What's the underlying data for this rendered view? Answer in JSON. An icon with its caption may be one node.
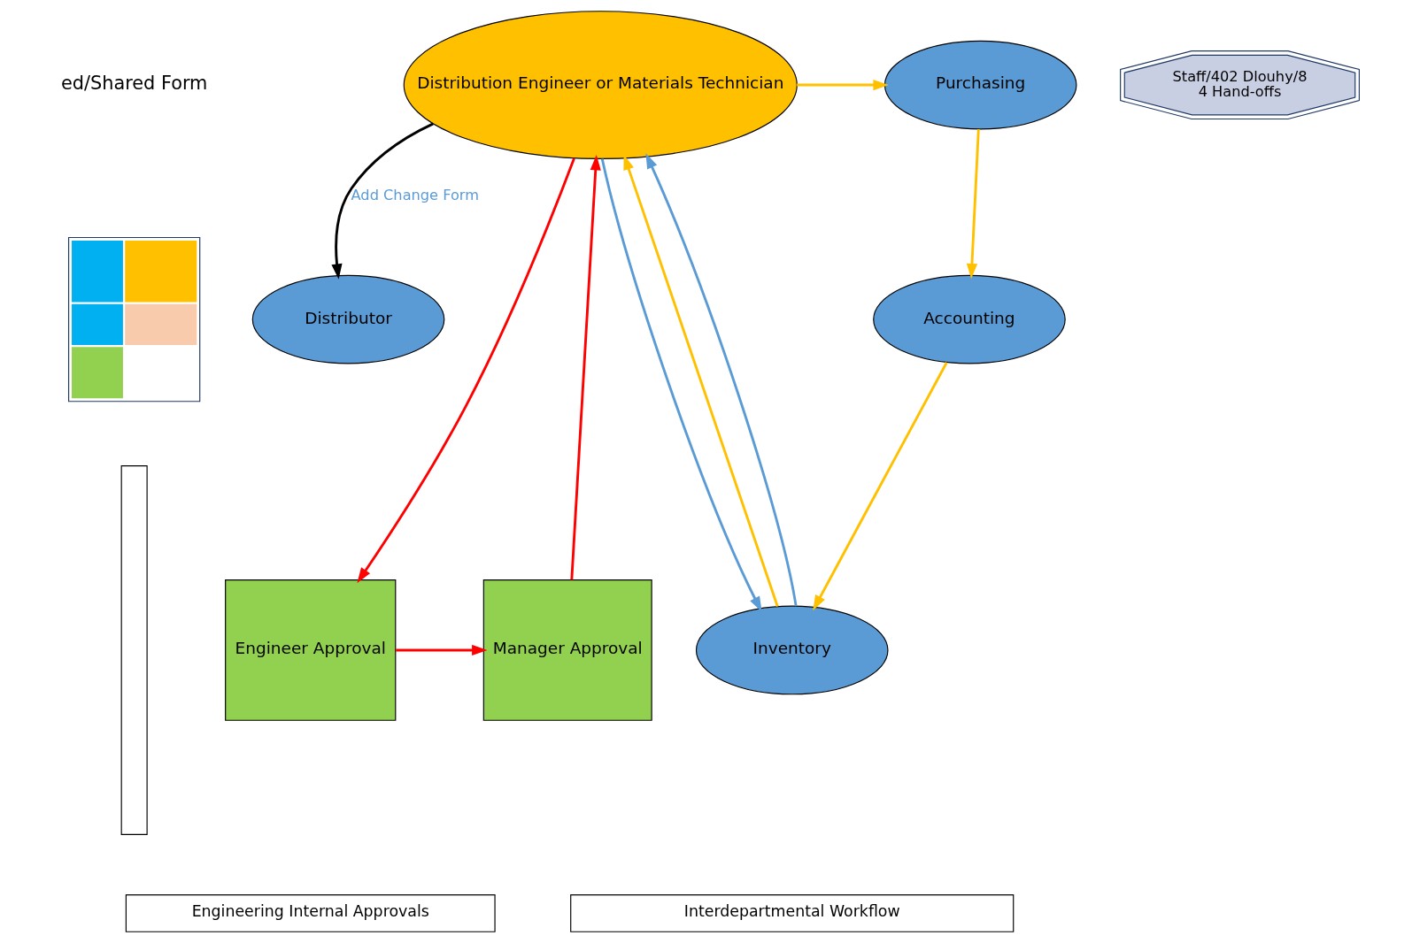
{
  "diagram": {
    "nodes": [
      {
        "text": [],
        "shape": "bar"
      },
      {
        "text": [],
        "shape": "picture"
      },
      {
        "text": [
          "Distributor"
        ]
      },
      {
        "text": [
          "Distribution Engineer or Materials Technician"
        ]
      },
      {
        "text": [
          "Purchasing"
        ]
      },
      {
        "text": [
          "Accounting"
        ]
      },
      {
        "text": [
          "Engineer Approval"
        ]
      },
      {
        "text": [
          "Manager Approval"
        ]
      },
      {
        "text": [
          "Inventory"
        ]
      },
      {
        "text": [
          "Staff/402 Dlouhy/8",
          "4 Hand-offs"
        ]
      },
      {
        "text": [
          "Engineering Internal Approvals"
        ]
      },
      {
        "text": [
          "Interdepartmental Workflow"
        ]
      }
    ],
    "edges": [
      {
        "from": 3,
        "to": 2,
        "arrow": "to",
        "label": "Add Change Form",
        "color": "#000000"
      },
      {
        "from": 3,
        "to": 4,
        "arrow": "to",
        "color": "#ffc000"
      },
      {
        "from": 4,
        "to": 5,
        "arrow": "to",
        "color": "#ffc000"
      },
      {
        "from": 5,
        "to": 8,
        "arrow": "to",
        "color": "#ffc000"
      },
      {
        "from": 8,
        "to": 3,
        "arrow": "to",
        "color": "#ffc000"
      },
      {
        "from": 3,
        "to": 6,
        "arrow": "to",
        "color": "#ff0000"
      },
      {
        "from": 6,
        "to": 7,
        "arrow": "to",
        "color": "#ff0000"
      },
      {
        "from": 7,
        "to": 3,
        "arrow": "to",
        "color": "#ff0000"
      },
      {
        "from": 8,
        "to": 3,
        "arrow": "to",
        "color": "#5b9bd5"
      },
      {
        "from": 3,
        "to": 8,
        "arrow": "to",
        "color": "#5b9bd5"
      }
    ],
    "labels": [
      "ed/Shared Form"
    ]
  }
}
